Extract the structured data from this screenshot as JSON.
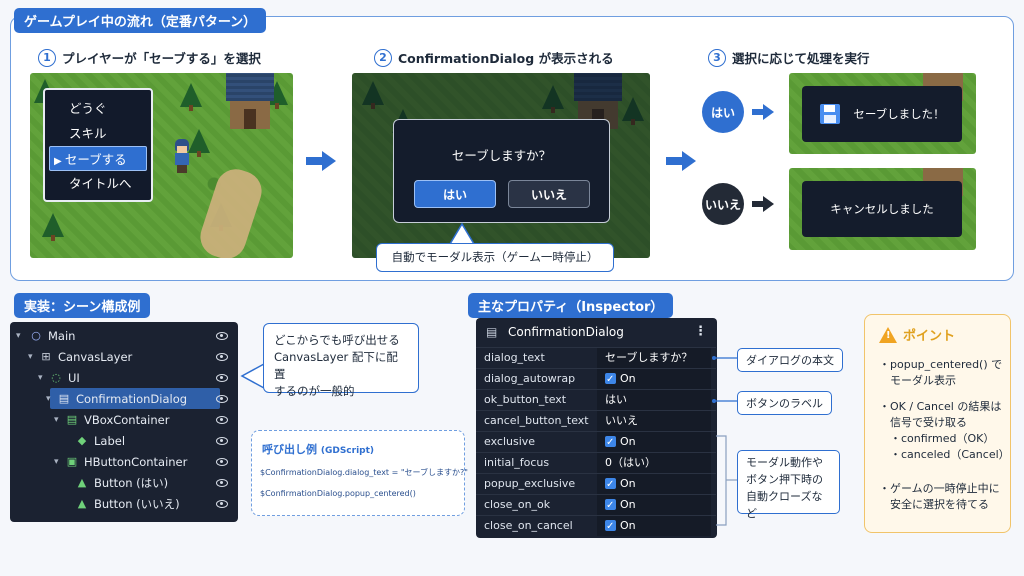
{
  "flow": {
    "tag": "ゲームプレイ中の流れ（定番パターン）",
    "step1": {
      "num": "1",
      "title": "プレイヤーが「セーブする」を選択",
      "menu": [
        "どうぐ",
        "スキル",
        "セーブする",
        "タイトルへ"
      ],
      "selected_index": 2
    },
    "step2": {
      "num": "2",
      "title": "ConfirmationDialog が表示される",
      "dialog_text": "セーブしますか？",
      "yes": "はい",
      "no": "いいえ",
      "callout": "自動でモーダル表示（ゲーム一時停止）"
    },
    "step3": {
      "num": "3",
      "title": "選択に応じて処理を実行",
      "yes_label": "はい",
      "yes_result": "セーブしました！",
      "no_label": "いいえ",
      "no_result": "キャンセルしました"
    }
  },
  "colors": {
    "accent": "#2f6fd0",
    "yes_circle": "#2f6fd0",
    "no_circle": "#232a36",
    "tip": "#e0a11f"
  },
  "scene": {
    "tag": "実装：シーン構成例",
    "nodes": [
      {
        "label": "Main",
        "icon": "circle-node-icon"
      },
      {
        "label": "CanvasLayer",
        "icon": "canvas-layer-icon"
      },
      {
        "label": "UI",
        "icon": "control-node-icon"
      },
      {
        "label": "ConfirmationDialog",
        "icon": "window-icon"
      },
      {
        "label": "VBoxContainer",
        "icon": "vbox-icon"
      },
      {
        "label": "Label",
        "icon": "label-icon"
      },
      {
        "label": "HButtonContainer",
        "icon": "hbox-icon"
      },
      {
        "label": "Button (はい)",
        "icon": "button-icon"
      },
      {
        "label": "Button (いいえ)",
        "icon": "button-icon"
      }
    ],
    "note": "どこからでも呼び出せる\nCanvasLayer 配下に配置\nするのが一般的",
    "code_title": "呼び出し例",
    "code_lang": "(GDScript)",
    "code_line1": "$ConfirmationDialog.dialog_text = \"セーブしますか?\"",
    "code_line2": "$ConfirmationDialog.popup_centered()"
  },
  "inspector": {
    "tag": "主なプロパティ（Inspector）",
    "header": "ConfirmationDialog",
    "rows": [
      {
        "key": "dialog_text",
        "val": "セーブしますか？",
        "check": false
      },
      {
        "key": "dialog_autowrap",
        "val": "On",
        "check": true
      },
      {
        "key": "ok_button_text",
        "val": "はい",
        "check": false
      },
      {
        "key": "cancel_button_text",
        "val": "いいえ",
        "check": false
      },
      {
        "key": "exclusive",
        "val": "On",
        "check": true
      },
      {
        "key": "initial_focus",
        "val": "0（はい）",
        "check": false
      },
      {
        "key": "popup_exclusive",
        "val": "On",
        "check": true
      },
      {
        "key": "close_on_ok",
        "val": "On",
        "check": true
      },
      {
        "key": "close_on_cancel",
        "val": "On",
        "check": true
      }
    ],
    "label_body": "ダイアログの本文",
    "label_buttons": "ボタンのラベル",
    "label_modal": "モーダル動作や\nボタン押下時の\n自動クローズなど"
  },
  "tips": {
    "title": "ポイント",
    "items": [
      "・popup_centered() で\n　モーダル表示",
      "・OK / Cancel の結果は\n　信号で受け取る\n　・confirmed（OK）\n　・canceled（Cancel）",
      "・ゲームの一時停止中に\n　安全に選択を待てる"
    ]
  }
}
